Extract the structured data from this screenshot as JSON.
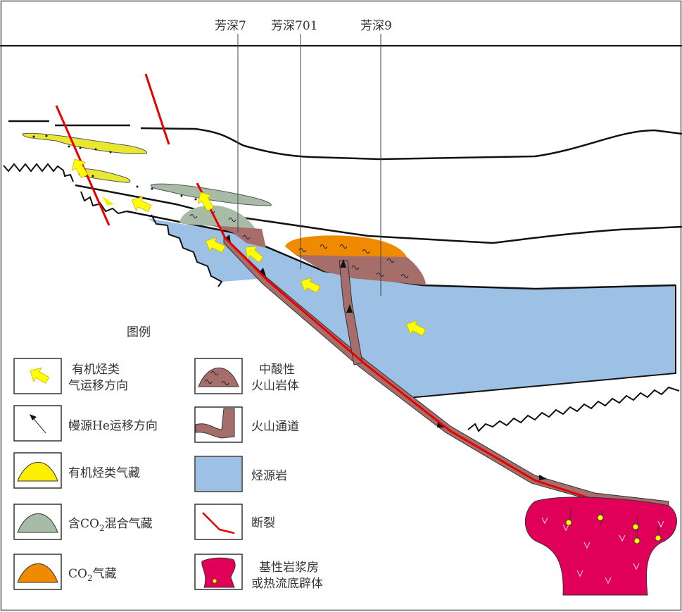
{
  "wells": [
    {
      "label": "芳深7"
    },
    {
      "label": "芳深701"
    },
    {
      "label": "芳深9"
    }
  ],
  "legend": {
    "title": "图例",
    "items": [
      {
        "line1": "有机烃类",
        "line2": "气运移方向",
        "icon": "yellow-arrow"
      },
      {
        "line1": "幔源He运移方向",
        "icon": "black-arrow"
      },
      {
        "line1": "有机烃类气藏",
        "icon": "yellow-dome"
      },
      {
        "pre": "含CO",
        "sub": "2",
        "post": "混合气藏",
        "icon": "gray-dome"
      },
      {
        "pre": "CO",
        "sub": "2",
        "post": "气藏",
        "icon": "orange-dome"
      },
      {
        "line1": "中酸性",
        "line2": "火山岩体",
        "icon": "brown-dome"
      },
      {
        "line1": "火山通道",
        "icon": "volcanic-channel"
      },
      {
        "line1": "烃源岩",
        "icon": "blue-box"
      },
      {
        "line1": "断裂",
        "icon": "red-fault"
      },
      {
        "line1": "基性岩浆房",
        "line2": "或热流底辟体",
        "icon": "magma-chamber"
      }
    ]
  },
  "colors": {
    "source_rock": "#9dc0e5",
    "volcanic": "#a66e6b",
    "organic_gas": "#f5f000",
    "mixed_gas": "#a8bba7",
    "co2_gas": "#f08a00",
    "fault": "#e60000",
    "magma": "#e0005a",
    "arrow": "#ffff00"
  }
}
